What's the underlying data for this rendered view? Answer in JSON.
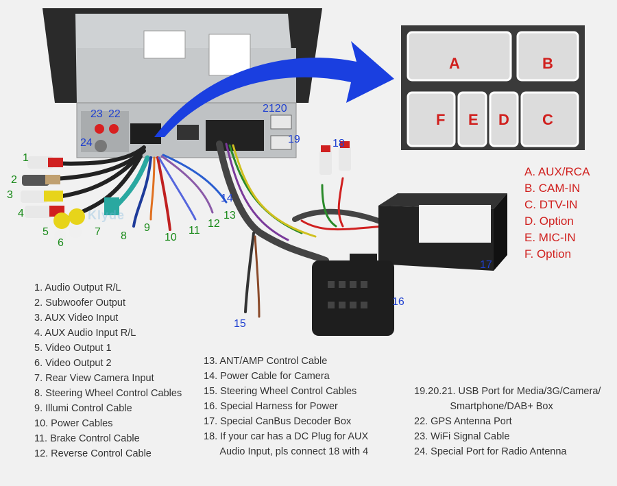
{
  "port_panel": {
    "letters": [
      "A",
      "B",
      "F",
      "E",
      "D",
      "C"
    ]
  },
  "port_legend": [
    "A. AUX/RCA",
    "B. CAM-IN",
    "C. DTV-IN",
    "D. Option",
    "E. MIC-IN",
    "F. Option"
  ],
  "callouts": {
    "n1": "1",
    "n2": "2",
    "n3": "3",
    "n4": "4",
    "n5": "5",
    "n6": "6",
    "n7": "7",
    "n8": "8",
    "n9": "9",
    "n10": "10",
    "n11": "11",
    "n12": "12",
    "n13": "13",
    "n14": "14",
    "n15": "15",
    "n16": "16",
    "n17": "17",
    "n18": "18",
    "n19": "19",
    "n2120": "2120",
    "n22": "22",
    "n23": "23",
    "n24": "24"
  },
  "watermark": "Klyde",
  "list_left": [
    "1. Audio Output R/L",
    "2. Subwoofer Output",
    "3. AUX Video Input",
    "4. AUX Audio Input R/L",
    "5. Video Output 1",
    "6. Video Output 2",
    "7. Rear View Camera Input",
    "8. Steering Wheel Control Cables",
    "9. Illumi Control Cable",
    "10. Power Cables",
    "11. Brake Control Cable",
    "12. Reverse Control Cable"
  ],
  "list_middle": [
    "13. ANT/AMP Control Cable",
    "14. Power Cable for Camera",
    "15. Steering Wheel Control Cables",
    "16. Special Harness for Power",
    "17. Special CanBus Decoder Box",
    "18. If your car has a DC Plug for AUX",
    "      Audio Input, pls connect 18 with 4"
  ],
  "list_right": [
    "19.20.21. USB Port for Media/3G/Camera/",
    "             Smartphone/DAB+ Box",
    "22. GPS Antenna Port",
    "23. WiFi Signal Cable",
    "24. Special Port for Radio Antenna"
  ],
  "colors": {
    "red_text": "#d0201e",
    "green_callout": "#1a8a1a",
    "blue_callout": "#1e3fd0",
    "arrow_blue": "#1a3fe0"
  }
}
